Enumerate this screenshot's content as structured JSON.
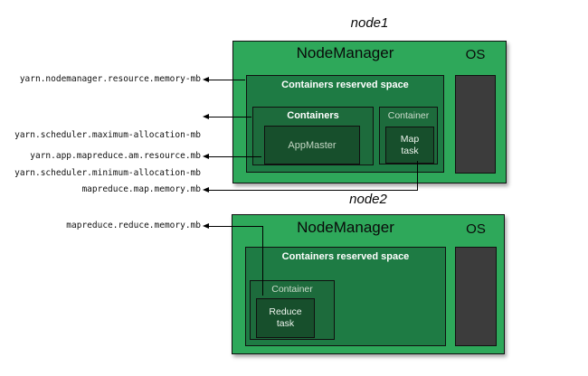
{
  "colors": {
    "outer_green": "#2ea85a",
    "reserved_green": "#1e7b44",
    "container_green": "#1d6b3c",
    "task_green": "#174f2c",
    "os_gray": "#3c3c3c",
    "line_black": "#000000"
  },
  "node1": {
    "title": "node1",
    "nodemanager_label": "NodeManager",
    "os_label": "OS",
    "reserved_label": "Containers reserved space",
    "containers_label": "Containers",
    "appmaster_label": "AppMaster",
    "container_label": "Container",
    "map_task": [
      "Map",
      "task"
    ]
  },
  "node2": {
    "title": "node2",
    "nodemanager_label": "NodeManager",
    "os_label": "OS",
    "reserved_label": "Containers reserved space",
    "container_label": "Container",
    "reduce_task": [
      "Reduce",
      "task"
    ]
  },
  "config_labels": {
    "nodemanager_resource_memory": "yarn.nodemanager.resource.memory-mb",
    "scheduler_maximum_allocation": "yarn.scheduler.maximum-allocation-mb",
    "scheduler_minimum_allocation": "yarn.scheduler.minimum-allocation-mb",
    "am_resource": "yarn.app.mapreduce.am.resource.mb",
    "map_memory": "mapreduce.map.memory.mb",
    "reduce_memory": "mapreduce.reduce.memory.mb"
  }
}
